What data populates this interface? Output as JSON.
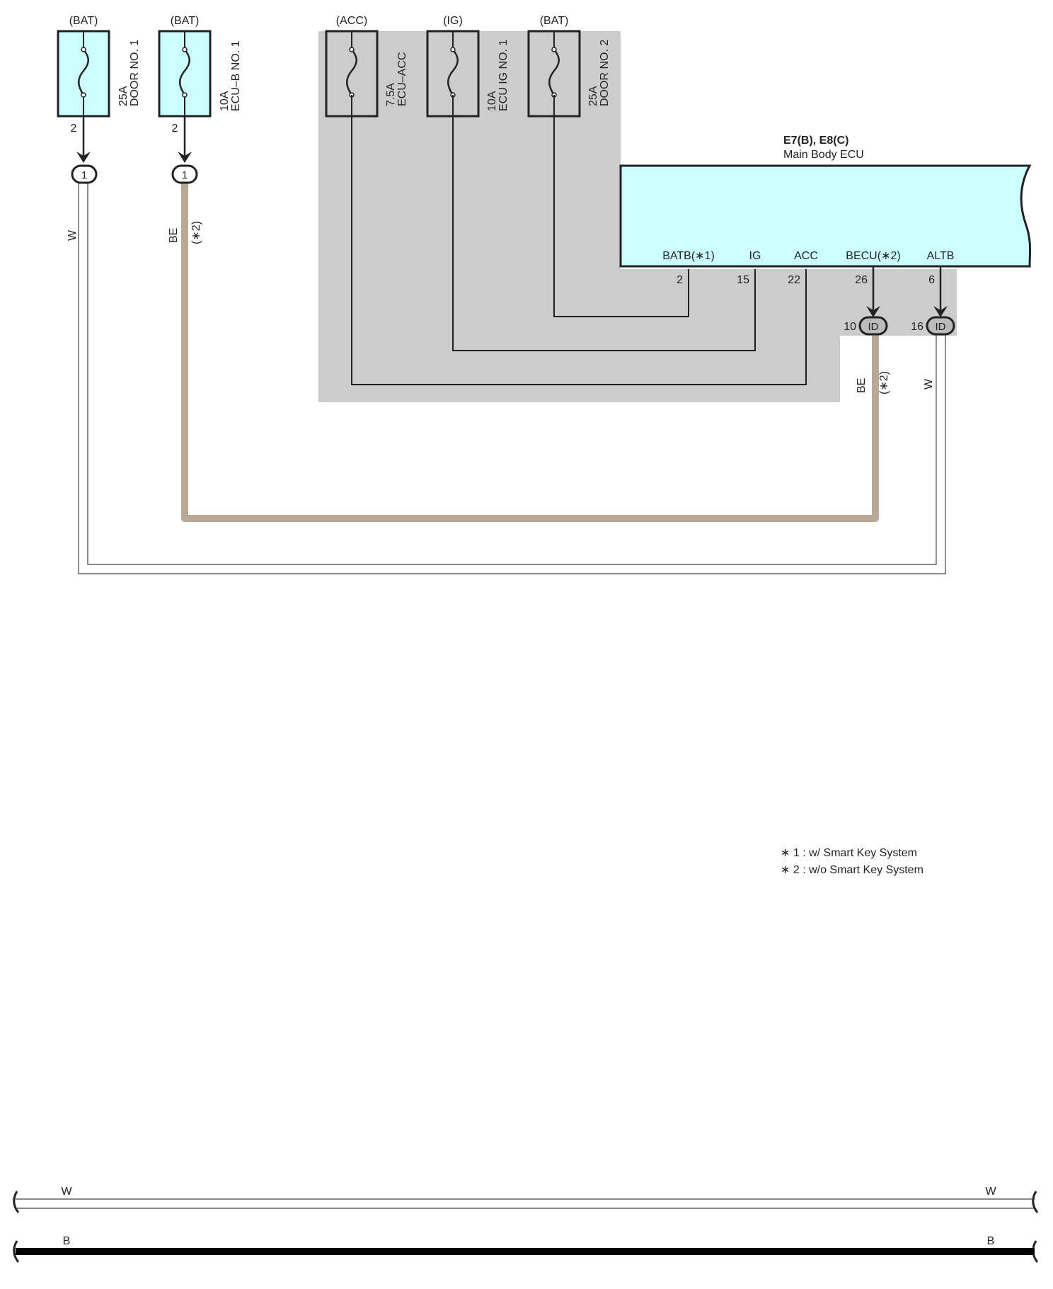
{
  "fuses": [
    {
      "source": "(BAT)",
      "rating": "25A",
      "name": "DOOR NO. 1",
      "pin": "2"
    },
    {
      "source": "(BAT)",
      "rating": "10A",
      "name": "ECU–B NO. 1",
      "pin": "2"
    },
    {
      "source": "(ACC)",
      "rating": "7.5A",
      "name": "ECU–ACC"
    },
    {
      "source": "(IG)",
      "rating": "10A",
      "name": "ECU IG NO. 1"
    },
    {
      "source": "(BAT)",
      "rating": "25A",
      "name": "DOOR NO. 2"
    }
  ],
  "connectors_left": [
    {
      "pin": "1",
      "wire_color": "W"
    },
    {
      "pin": "1",
      "wire_color": "BE",
      "note": "(∗2)"
    }
  ],
  "ecu": {
    "code": "E7(B), E8(C)",
    "name": "Main Body ECU",
    "terminals": [
      {
        "label": "BATB(∗1)",
        "pin": "2"
      },
      {
        "label": "IG",
        "pin": "15"
      },
      {
        "label": "ACC",
        "pin": "22"
      },
      {
        "label": "BECU(∗2)",
        "pin": "26"
      },
      {
        "label": "ALTB",
        "pin": "6"
      }
    ]
  },
  "connectors_right": [
    {
      "pin": "10",
      "code": "ID",
      "wire_color": "BE",
      "note": "(∗2)"
    },
    {
      "pin": "16",
      "code": "ID",
      "wire_color": "W"
    }
  ],
  "notes": [
    "∗ 1 : w/ Smart Key System",
    "∗ 2 : w/o Smart Key System"
  ],
  "bus_wires": [
    {
      "label_left": "W",
      "label_right": "W"
    },
    {
      "label_left": "B",
      "label_right": "B"
    }
  ],
  "colors": {
    "fuse_fill": "#ccffff",
    "ecu_fill": "#ccffff",
    "shade": "#cccccc",
    "wire_be": "#b8a898",
    "wire_b": "#000000"
  }
}
